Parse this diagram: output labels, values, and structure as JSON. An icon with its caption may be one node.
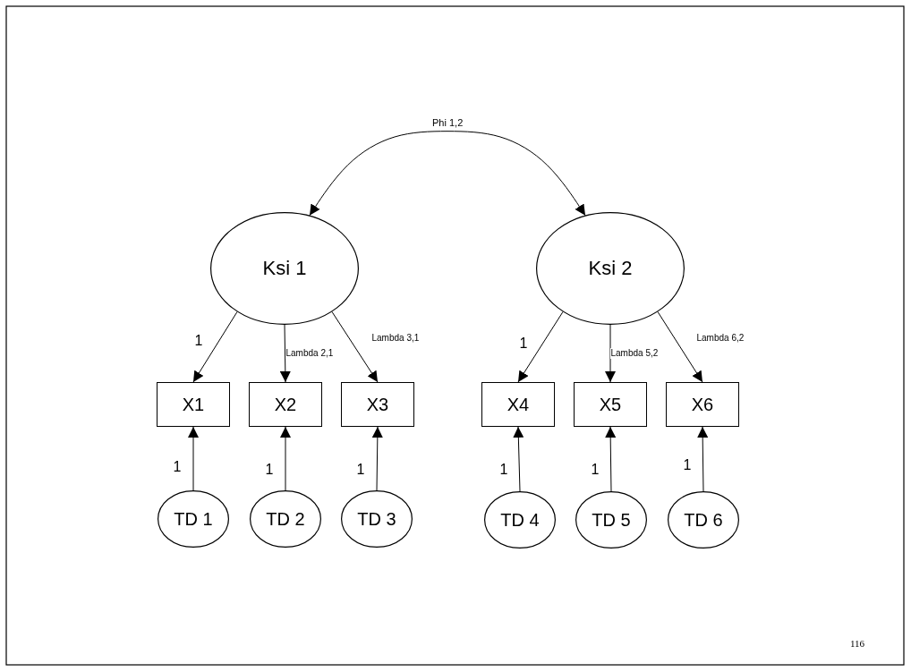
{
  "diagram": {
    "nodes": [
      {
        "text": [
          "Ksi 1"
        ]
      },
      {
        "text": [
          "Ksi 2"
        ]
      },
      {
        "text": [
          "X1"
        ]
      },
      {
        "text": [
          "X2"
        ]
      },
      {
        "text": [
          "X3"
        ]
      },
      {
        "text": [
          "X4"
        ]
      },
      {
        "text": [
          "X5"
        ]
      },
      {
        "text": [
          "X6"
        ]
      },
      {
        "text": [
          "TD 1"
        ]
      },
      {
        "text": [
          "TD 2"
        ]
      },
      {
        "text": [
          "TD 3"
        ]
      },
      {
        "text": [
          "TD 4"
        ]
      },
      {
        "text": [
          "TD 5"
        ]
      },
      {
        "text": [
          "TD 6"
        ]
      }
    ],
    "edges": [
      {
        "from": 0,
        "to": 1,
        "arrow": "both",
        "label": "Phi 1,2"
      },
      {
        "from": 0,
        "to": 2,
        "arrow": "to",
        "label": "1"
      },
      {
        "from": 0,
        "to": 3,
        "arrow": "to",
        "label": "Lambda 2,1"
      },
      {
        "from": 0,
        "to": 4,
        "arrow": "to",
        "label": "Lambda 3,1"
      },
      {
        "from": 1,
        "to": 5,
        "arrow": "to",
        "label": "1"
      },
      {
        "from": 1,
        "to": 6,
        "arrow": "to",
        "label": "Lambda 5,2"
      },
      {
        "from": 1,
        "to": 7,
        "arrow": "to",
        "label": "Lambda 6,2"
      },
      {
        "from": 8,
        "to": 2,
        "arrow": "to",
        "label": "1"
      },
      {
        "from": 9,
        "to": 3,
        "arrow": "to",
        "label": "1"
      },
      {
        "from": 10,
        "to": 4,
        "arrow": "to",
        "label": "1"
      },
      {
        "from": 11,
        "to": 5,
        "arrow": "to",
        "label": "1"
      },
      {
        "from": 12,
        "to": 6,
        "arrow": "to",
        "label": "1"
      },
      {
        "from": 13,
        "to": 7,
        "arrow": "to",
        "label": "1"
      }
    ],
    "labels": [
      "116"
    ]
  }
}
